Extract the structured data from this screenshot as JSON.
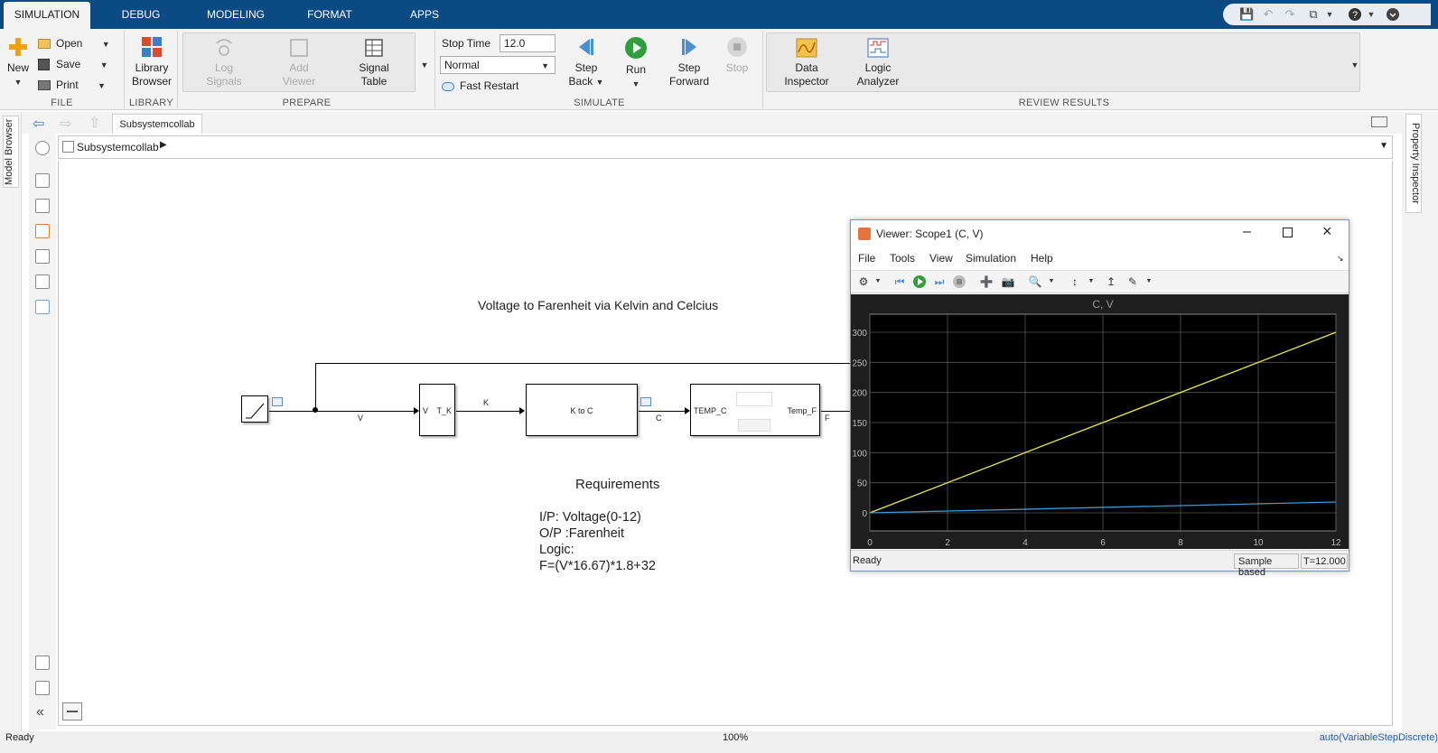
{
  "tabs": [
    {
      "label": "SIMULATION",
      "active": true
    },
    {
      "label": "DEBUG"
    },
    {
      "label": "MODELING"
    },
    {
      "label": "FORMAT"
    },
    {
      "label": "APPS"
    }
  ],
  "ribbon": {
    "file": {
      "new_label": "New",
      "open_label": "Open",
      "save_label": "Save",
      "print_label": "Print",
      "section_label": "FILE"
    },
    "library": {
      "browser_label_1": "Library",
      "browser_label_2": "Browser",
      "section_label": "LIBRARY"
    },
    "prepare": {
      "log_signals_1": "Log",
      "log_signals_2": "Signals",
      "add_viewer_1": "Add",
      "add_viewer_2": "Viewer",
      "signal_table_1": "Signal",
      "signal_table_2": "Table",
      "section_label": "PREPARE"
    },
    "simulate": {
      "stop_time_label": "Stop Time",
      "stop_time_value": "12.0",
      "mode_value": "Normal",
      "fast_restart_label": "Fast Restart",
      "step_back_1": "Step",
      "step_back_2": "Back",
      "run_label": "Run",
      "step_forward_1": "Step",
      "step_forward_2": "Forward",
      "stop_label": "Stop",
      "section_label": "SIMULATE"
    },
    "review": {
      "data_inspector_1": "Data",
      "data_inspector_2": "Inspector",
      "logic_analyzer_1": "Logic",
      "logic_analyzer_2": "Analyzer",
      "section_label": "REVIEW RESULTS"
    }
  },
  "editor": {
    "model_tab": "Subsystemcollab",
    "breadcrumb": "Subsystemcollab",
    "left_panel_tab": "Model Browser",
    "right_panel_tab": "Property Inspector"
  },
  "diagram": {
    "title": "Voltage to Farenheit via Kelvin and Celcius",
    "signal_v": "V",
    "signal_k": "K",
    "signal_c": "C",
    "signal_f": "F",
    "block1_in": "V",
    "block1_out": "T_K",
    "block2_label": "K to C",
    "block3_in": "TEMP_C",
    "block3_out": "Temp_F",
    "requirements_title": "Requirements",
    "req_line1": "I/P: Voltage(0-12)",
    "req_line2": "O/P :Farenheit",
    "req_line3": "Logic:",
    "req_line4": "F=(V*16.67)*1.8+32"
  },
  "scope": {
    "window_title": "Viewer: Scope1 (C, V)",
    "menu": [
      "File",
      "Tools",
      "View",
      "Simulation",
      "Help"
    ],
    "status_left": "Ready",
    "status_mode": "Sample based",
    "status_time": "T=12.000"
  },
  "chart_data": {
    "type": "line",
    "title": "C, V",
    "xlabel": "",
    "ylabel": "",
    "xlim": [
      0,
      12
    ],
    "ylim": [
      -30,
      330
    ],
    "grid": true,
    "x_ticks": [
      0,
      2,
      4,
      6,
      8,
      10,
      12
    ],
    "y_ticks": [
      0,
      50,
      100,
      150,
      200,
      250,
      300
    ],
    "series": [
      {
        "color": "#e8e84a",
        "x": [
          0,
          12
        ],
        "y": [
          0,
          300
        ]
      },
      {
        "color": "#3b9ad9",
        "x": [
          0,
          12
        ],
        "y": [
          0,
          18
        ]
      }
    ],
    "background": "#000000",
    "axes_color": "#1e1e1e"
  },
  "statusbar": {
    "left": "Ready",
    "center": "100%",
    "right": "auto(VariableStepDiscrete)"
  }
}
